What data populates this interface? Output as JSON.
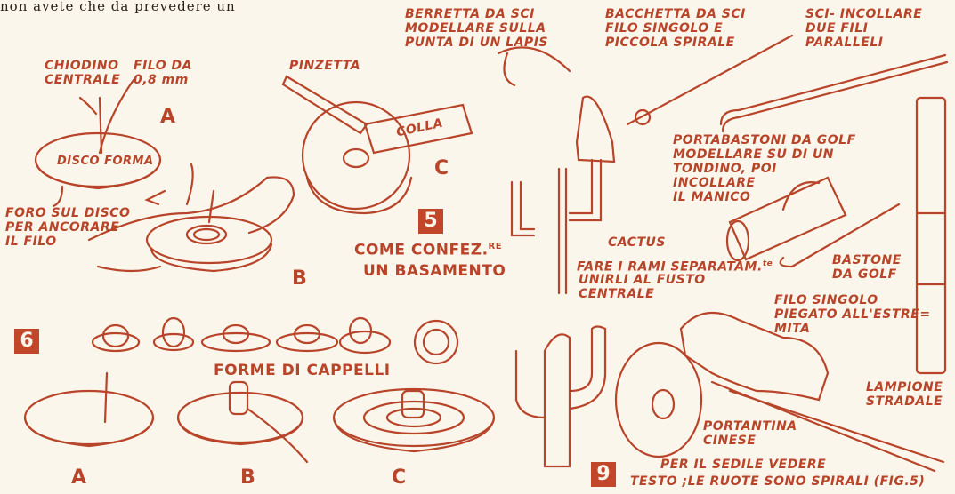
{
  "top_text": "non avete che da prevedere un",
  "labels": {
    "chiodino": "CHIODINO\nCENTRALE",
    "filo": "FILO DA\n0,8 mm",
    "a_top": "A",
    "disco_forma": "DISCO FORMA",
    "foro": "FORO SUL DISCO\nPER ANCORARE\nIL FILO",
    "pinzetta": "PINZETTA",
    "colla": "COLLA",
    "c_top": "C",
    "b_top": "B",
    "fig5_number": "5",
    "fig5_caption": "COME CONFEZ.",
    "fig5_caption_sup": "RE",
    "fig5_caption2": "UN BASAMENTO",
    "fig6_number": "6",
    "forme": "FORME DI CAPPELLI",
    "a_bottom": "A",
    "b_bottom": "B",
    "c_bottom": "C",
    "berretta": "BERRETTA DA SCI\nMODELLARE SULLA\nPUNTA DI UN LAPIS",
    "bacchetta": "BACCHETTA DA SCI\nFILO SINGOLO E\nPICCOLA SPIRALE",
    "sci": "SCI- INCOLLARE\nDUE FILI\nPARALLELI",
    "portabastoni": "PORTABASTONI DA GOLF\nMODELLARE SU DI UN\nTONDINO, POI\nINCOLLARE\nIL MANICO",
    "cactus": "CACTUS",
    "cactus_desc": "FARE I RAMI SEPARATAM.",
    "cactus_sup": "te",
    "cactus_desc2": "UNIRLI AL FUSTO\nCENTRALE",
    "bastone": "BASTONE\nDA GOLF",
    "filo_singolo": "FILO SINGOLO\nPIEGATO ALL'ESTRE=\nMITA",
    "lampione": "LAMPIONE\nSTRADALE",
    "portantina": "PORTANTINA\nCINESE",
    "sedile": "PER IL SEDILE VEDERE",
    "testo": "TESTO ;LE RUOTE SONO SPIRALI (FIG.5)",
    "fig9_number": "9"
  },
  "colors": {
    "ink": "#b8452a",
    "badge": "#c2462a",
    "paper": "#fbf6ec",
    "text": "#2b2218"
  }
}
